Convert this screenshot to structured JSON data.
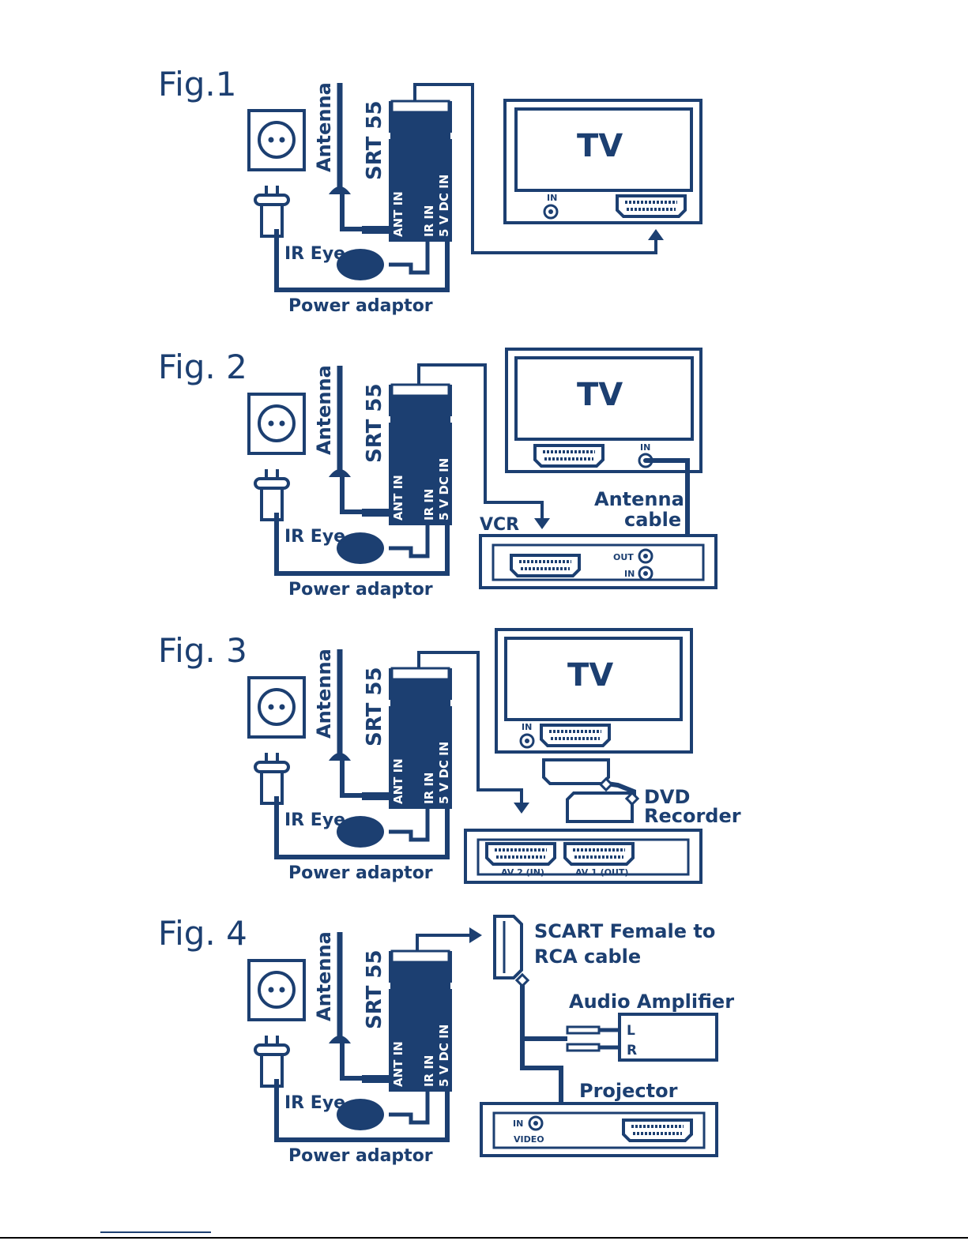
{
  "figures": [
    {
      "title": "Fig.1",
      "device": "SRT 55",
      "antenna": "Antenna",
      "ant_in": "ANT IN",
      "ir_in": "IR IN",
      "dc_in": "5 V DC IN",
      "ir_eye": "IR Eye",
      "power": "Power adaptor",
      "tv": "TV",
      "tv_in": "IN"
    },
    {
      "title": "Fig. 2",
      "device": "SRT 55",
      "antenna": "Antenna",
      "ant_in": "ANT IN",
      "ir_in": "IR IN",
      "dc_in": "5 V DC IN",
      "ir_eye": "IR Eye",
      "power": "Power adaptor",
      "tv": "TV",
      "tv_in": "IN",
      "antenna_cable_1": "Antenna",
      "antenna_cable_2": "cable",
      "vcr": "VCR",
      "vcr_out": "OUT",
      "vcr_in": "IN"
    },
    {
      "title": "Fig. 3",
      "device": "SRT 55",
      "antenna": "Antenna",
      "ant_in": "ANT IN",
      "ir_in": "IR IN",
      "dc_in": "5 V DC IN",
      "ir_eye": "IR Eye",
      "power": "Power adaptor",
      "tv": "TV",
      "tv_in": "IN",
      "dvd_1": "DVD",
      "dvd_2": "Recorder",
      "av2": "AV 2 (IN)",
      "av1": "AV 1 (OUT)"
    },
    {
      "title": "Fig. 4",
      "device": "SRT 55",
      "antenna": "Antenna",
      "ant_in": "ANT IN",
      "ir_in": "IR IN",
      "dc_in": "5 V DC IN",
      "ir_eye": "IR Eye",
      "power": "Power adaptor",
      "scart_1": "SCART Female to",
      "scart_2": "RCA cable",
      "amp": "Audio Amplifier",
      "amp_l": "L",
      "amp_r": "R",
      "projector": "Projector",
      "proj_in": "IN",
      "proj_video": "VIDEO"
    }
  ],
  "colors": {
    "brand": "#1c3f71",
    "background": "#ffffff"
  }
}
